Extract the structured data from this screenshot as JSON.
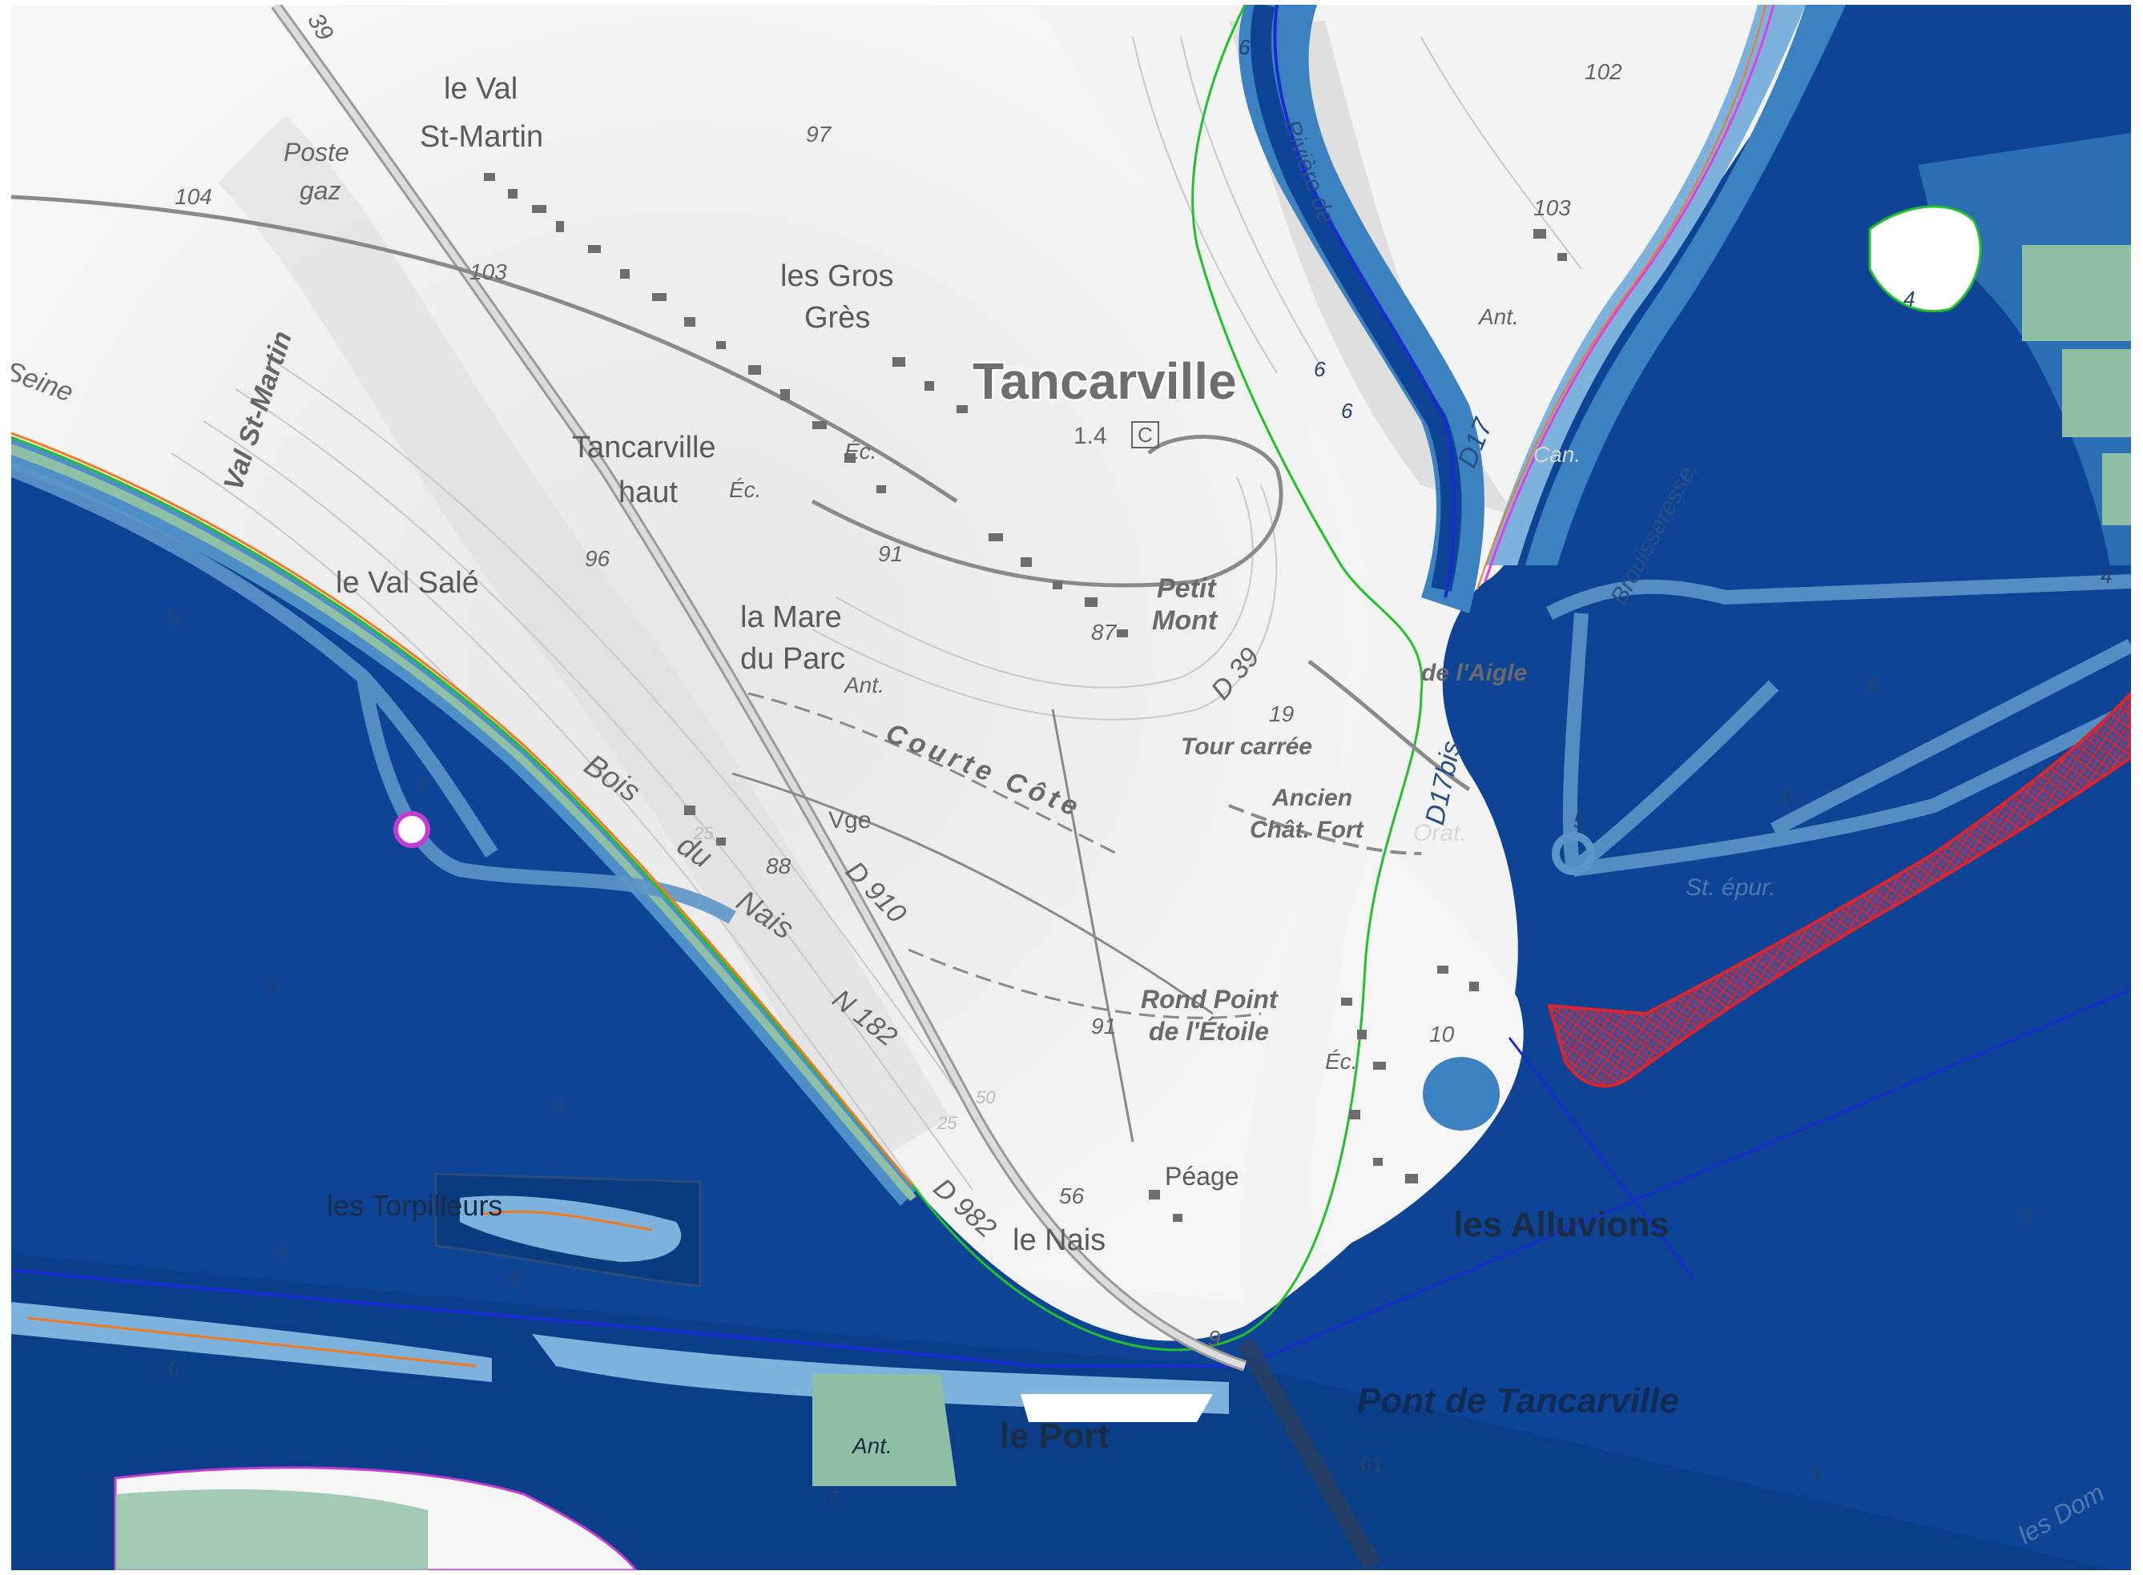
{
  "map": {
    "colors": {
      "deep_water": "#0a4797",
      "water_dark": "#0d3f86",
      "water_mid": "#3d82c0",
      "water_light": "#7cb2db",
      "flood_green": "#8fbfa5",
      "land": "#f2f2f2",
      "relief": "#d8d8d8",
      "contour_green": "#22c02a",
      "contour_magenta": "#e23fe0",
      "contour_orange": "#f07a21",
      "hatch_red": "#d9262e",
      "river_line": "#1a2ccf"
    },
    "labels": {
      "tancarville": "Tancarville",
      "le_val_st_martin_1": "le Val",
      "le_val_st_martin_2": "St-Martin",
      "poste_gaz_1": "Poste",
      "poste_gaz_2": "gaz",
      "val_st_martin": "Val  St-Martin",
      "seine": "Seine",
      "les_gros_gres_1": "les Gros",
      "les_gros_gres_2": "Grès",
      "tancarville_haut_1": "Tancarville",
      "tancarville_haut_2": "haut",
      "le_val_sale": "le Val Salé",
      "la_mare_du_parc_1": "la Mare",
      "la_mare_du_parc_2": "du Parc",
      "petit_mont_1": "Petit",
      "petit_mont_2": "Mont",
      "courte_cote": "Courte  Côte",
      "tour_carree": "Tour carrée",
      "ancien_chat_fort_1": "Ancien",
      "ancien_chat_fort_2": "Chât. Fort",
      "orat": "Orat.",
      "de_l_aigle": "de l'Aigle",
      "rond_point_1": "Rond Point",
      "rond_point_2": "de l'Étoile",
      "bois_du_nais_1": "Bois",
      "bois_du_nais_2": "du",
      "bois_du_nais_3": "Nais",
      "vge": "Vge",
      "peage": "Péage",
      "le_nais": "le Nais",
      "les_torpilleurs": "les Torpilleurs",
      "les_alluvions": "les Alluvions",
      "pont_de_tancarville": "Pont de Tancarville",
      "le_port": "le Port",
      "ant_1": "Ant.",
      "ant_2": "Ant.",
      "ant_3": "Ant.",
      "ec_1": "Éc.",
      "ec_2": "Éc.",
      "ec_3": "Éc.",
      "st_epur": "St. épur.",
      "riviere": "Rivière  de",
      "brouisseresse": "Brouisseresse",
      "can": "Can.",
      "c_box": "C",
      "km": "1.4",
      "d39_a": "39",
      "d39_b": "D 39",
      "d910": "D 910",
      "n182": "N 182",
      "d982": "D 982",
      "d17": "D17",
      "d17bis": "D17bis",
      "les_doms": "les Dom"
    },
    "spot_heights": {
      "h104": "104",
      "h97": "97",
      "h103a": "103",
      "h102": "102",
      "h103b": "103",
      "h96": "96",
      "h91a": "91",
      "h87": "87",
      "h19": "19",
      "h88": "88",
      "h91b": "91",
      "h56": "56",
      "h9": "9",
      "h10": "10",
      "h61": "61",
      "h25a": "25",
      "h25b": "25",
      "h50": "50"
    },
    "water_depths": {
      "d6a": "6",
      "d6b": "6",
      "d6c": "6",
      "d5a": "5",
      "d7a": "7",
      "d5b": "5",
      "d5c": "5",
      "d4a": "4",
      "d4b": "4",
      "d6d": "6",
      "d7b": "7",
      "d5d": "5",
      "d6e": "6",
      "d6f": "6",
      "d4c": "4",
      "d4d": "4",
      "d5e": "5",
      "d5f": "5"
    }
  }
}
